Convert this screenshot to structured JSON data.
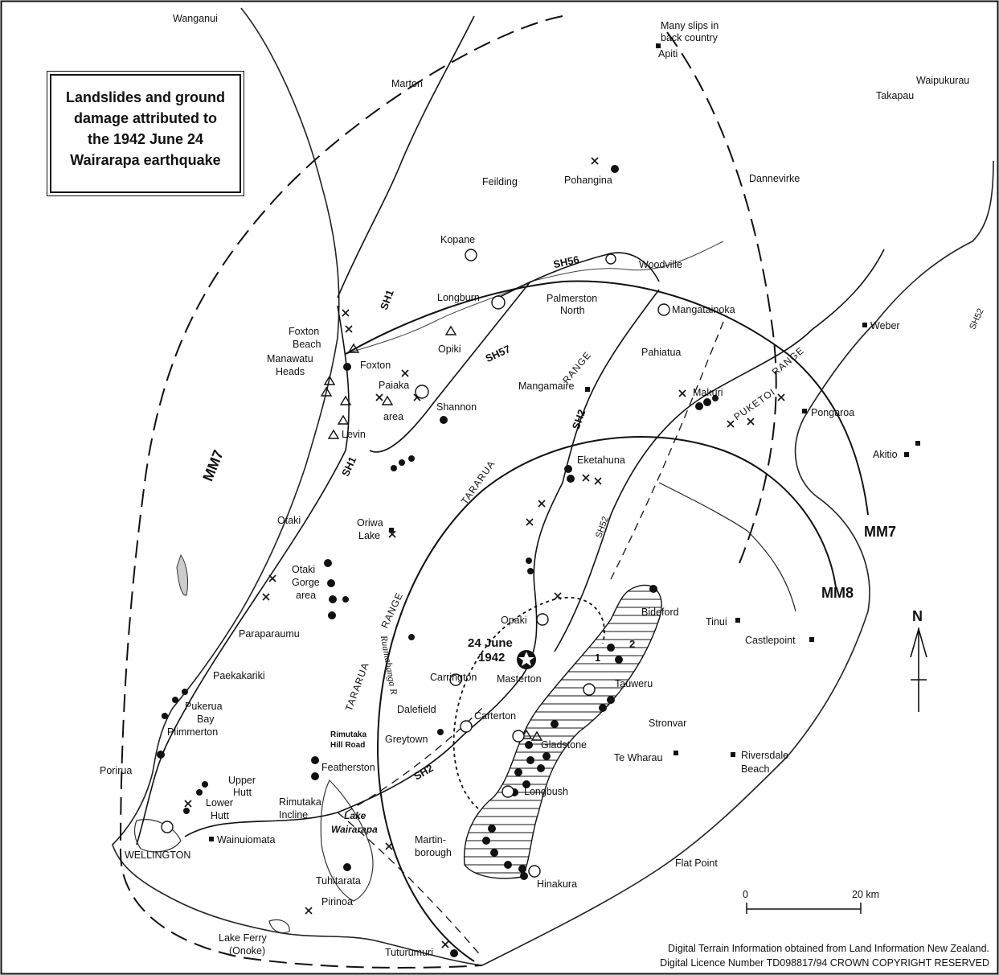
{
  "title": "Landslides and ground damage attributed to the 1942 June 24 Wairarapa earthquake",
  "title_lines": [
    "Landslides and ground",
    "damage attributed to",
    "the 1942 June 24",
    "Wairarapa earthquake"
  ],
  "epicentre": {
    "line1": "24 June",
    "line2": "1942"
  },
  "intensity_labels": {
    "mm7_west": "MM7",
    "mm7_east": "MM7",
    "mm8": "MM8"
  },
  "places": {
    "wanganui": "Wanganui",
    "many_slips_1": "Many slips in",
    "many_slips_2": "back country",
    "apiti": "Apiti",
    "marton": "Marton",
    "takapau": "Takapau",
    "waipukurau": "Waipukurau",
    "pohangina": "Pohangina",
    "feilding": "Feilding",
    "dannevirke": "Dannevirke",
    "kopane": "Kopane",
    "woodville": "Woodville",
    "longburn": "Longburn",
    "palmerston_1": "Palmerston",
    "palmerston_2": "North",
    "mangatainoka": "Mangatainoka",
    "foxton_beach_1": "Foxton",
    "foxton_beach_2": "Beach",
    "manawatu_1": "Manawatu",
    "manawatu_2": "Heads",
    "opiki": "Opiki",
    "foxton": "Foxton",
    "weber": "Weber",
    "pahiatua": "Pahiatua",
    "paiaka": "Paiaka",
    "area": "area",
    "mangamaire": "Mangamaire",
    "makuri": "Makuri",
    "shannon": "Shannon",
    "pongaroa": "Pongaroa",
    "levin": "Levin",
    "akitio": "Akitio",
    "eketahuna": "Eketahuna",
    "otaki": "Otaki",
    "oriwa_1": "Oriwa",
    "oriwa_2": "Lake",
    "otaki_gorge_1": "Otaki",
    "otaki_gorge_2": "Gorge",
    "otaki_gorge_3": "area",
    "bideford": "Bideford",
    "paraparaumu": "Paraparaumu",
    "opaki": "Opaki",
    "tinui": "Tinui",
    "castlepoint": "Castlepoint",
    "carrington": "Carrington",
    "masterton": "Masterton",
    "tauweru": "Tauweru",
    "paekakariki": "Paekakariki",
    "pukerua_1": "Pukerua",
    "pukerua_2": "Bay",
    "plimmerton": "Plimmerton",
    "dalefield": "Dalefield",
    "carterton": "Carterton",
    "stronvar": "Stronvar",
    "rimutaka_hill_1": "Rimutaka",
    "rimutaka_hill_2": "Hill Road",
    "greytown": "Greytown",
    "gladstone": "Gladstone",
    "te_wharau": "Te Wharau",
    "riversdale_1": "Riversdale",
    "riversdale_2": "Beach",
    "porirua": "Porirua",
    "featherston": "Featherston",
    "upper_hutt_1": "Upper",
    "upper_hutt_2": "Hutt",
    "lower_hutt_1": "Lower",
    "lower_hutt_2": "Hutt",
    "rimutaka_incline_1": "Rimutaka",
    "rimutaka_incline_2": "Incline",
    "longbush": "Longbush",
    "lake_wairarapa_1": "Lake",
    "lake_wairarapa_2": "Wairarapa",
    "wainuiomata": "Wainuiomata",
    "martinborough_1": "Martin-",
    "martinborough_2": "borough",
    "wellington": "WELLINGTON",
    "flat_point": "Flat Point",
    "tuhitarata": "Tuhitarata",
    "hinakura": "Hinakura",
    "pirinoa": "Pirinoa",
    "lake_ferry_1": "Lake Ferry",
    "lake_ferry_2": "(Onoke)",
    "tuturumuri": "Tuturumuri"
  },
  "roads": {
    "sh1_north": "SH1",
    "sh1_south": "SH1",
    "sh56": "SH56",
    "sh57": "SH57",
    "sh2_north": "SH2",
    "sh2_south": "SH2",
    "sh52_east": "SH52",
    "sh52_south": "SH52"
  },
  "ranges": {
    "puketoi": "PUKETOI",
    "puketoi_range": "RANGE",
    "range_north": "RANGE",
    "tararua_mid": "TARARUA",
    "range_mid": "RANGE",
    "tararua_south": "TARARUA"
  },
  "river": "Ruamahanga R",
  "fault_numbers": {
    "one": "1",
    "two": "2"
  },
  "north_arrow": "N",
  "scale": {
    "start": "0",
    "end": "20 km"
  },
  "credits": [
    "Digital Terrain Information obtained from Land Information New Zealand.",
    "Digital Licence Number TD098817/94 CROWN COPYRIGHT RESERVED"
  ],
  "icons": [
    "landslide-dot",
    "crack-cross",
    "settlement-triangle",
    "town-square",
    "town-circle",
    "epicentre-star",
    "north-arrow-icon"
  ]
}
